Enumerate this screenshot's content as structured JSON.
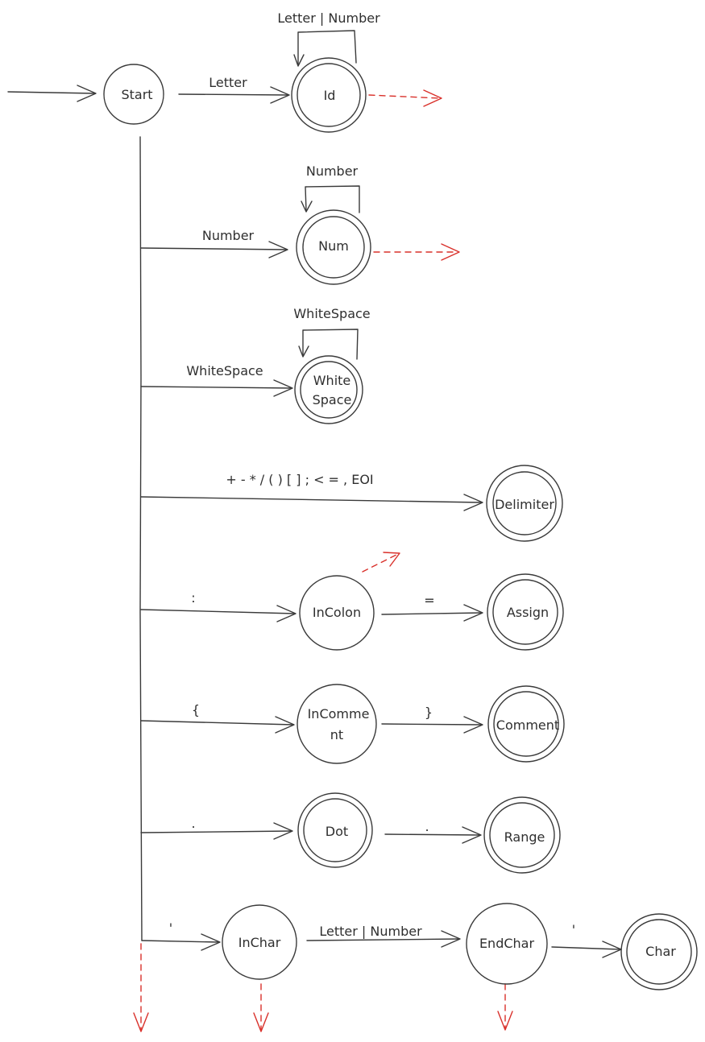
{
  "states": {
    "start": "Start",
    "id": "Id",
    "num": "Num",
    "whitespace_line1": "White",
    "whitespace_line2": "Space",
    "delimiter": "Delimiter",
    "incolon": "InColon",
    "assign": "Assign",
    "incomment_line1": "InComme",
    "incomment_line2": "nt",
    "comment": "Comment",
    "dot": "Dot",
    "range": "Range",
    "inchar": "InChar",
    "endchar": "EndChar",
    "char": "Char"
  },
  "edges": {
    "start_to_id": "Letter",
    "id_loop": "Letter | Number",
    "start_to_num": "Number",
    "num_loop": "Number",
    "start_to_whitespace": "WhiteSpace",
    "whitespace_loop": "WhiteSpace",
    "start_to_delimiter": "+ - * / ( ) [ ] ; < = , EOI",
    "start_to_incolon": ":",
    "incolon_to_assign": "=",
    "start_to_incomment": "{",
    "incomment_to_comment": "}",
    "start_to_dot": ".",
    "dot_to_range": ".",
    "start_to_inchar": "'",
    "inchar_to_endchar": "Letter | Number",
    "endchar_to_char": "'"
  },
  "colors": {
    "ink": "#3a3a3a",
    "other": "#d9302a"
  }
}
